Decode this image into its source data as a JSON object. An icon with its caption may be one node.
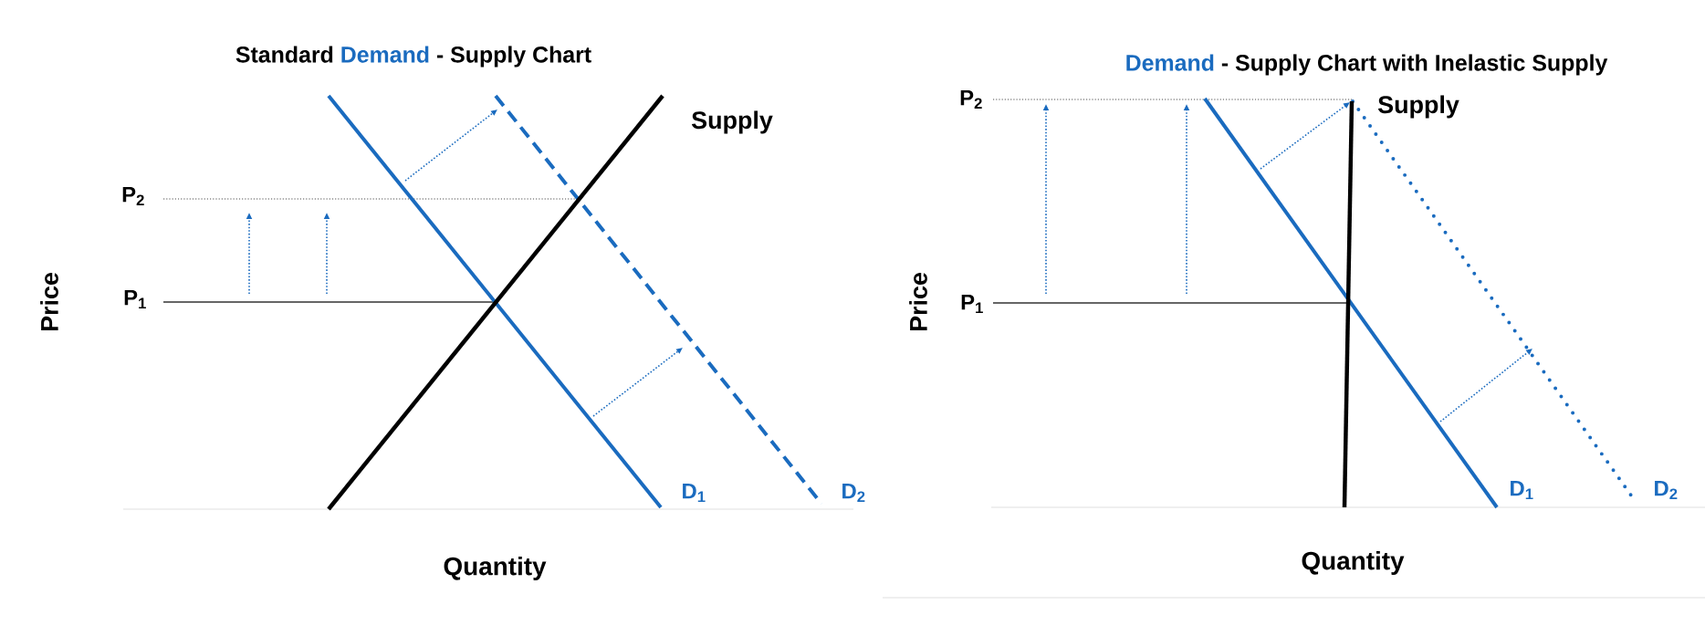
{
  "diagram": {
    "labels": [
      "Standard",
      "Demand",
      "- Supply Chart",
      "Demand",
      "- Supply Chart with Inelastic Supply",
      "Supply",
      "P$_{2}$",
      "P$_{1}$",
      "Price",
      "D$_{1}$",
      "D$_{2}$",
      "Quantity",
      "P$_{2}$",
      "Supply",
      "Price",
      "P$_{1}$",
      "D$_{1}$",
      "D$_{2}$",
      "Quantity"
    ]
  }
}
